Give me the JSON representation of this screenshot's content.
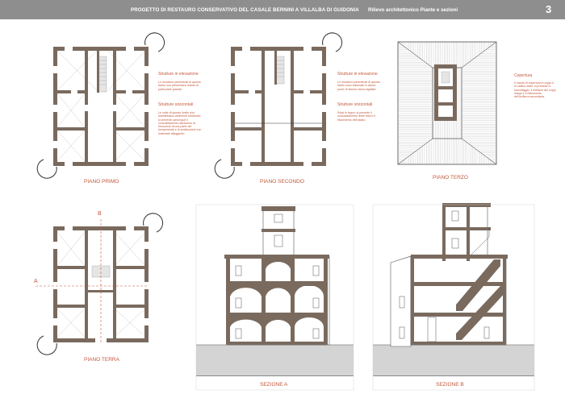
{
  "header": {
    "title": "PROGETTO DI RESTAURO CONSERVATIVO DEL CASALE BERNINI A VILLALBA DI GUIDONIA",
    "subtitle": "Rilievo architettonico   Piante e sezioni",
    "page_number": "3"
  },
  "drawings": {
    "piano_primo": "PIANO PRIMO",
    "piano_secondo": "PIANO SECONDO",
    "piano_terzo": "PIANO TERZO",
    "piano_terra": "PIANO TERRA",
    "sezione_a": "SEZIONE A",
    "sezione_b": "SEZIONE B"
  },
  "section_markers": {
    "a": "A",
    "b": "B"
  },
  "notes": {
    "primo": {
      "title_1": "Strutture in elevazione",
      "body_1": "Le murature perimetrali di questo livello non presentano lesioni di particolare gravità.",
      "title_2": "Strutture orizzontali",
      "body_2": "Le volte di questo livello non manifestano cedimenti strutturali; si prevede comunque il consolidamento attraverso la rimozione di una parte del riempimento e la sostituzione con materiale alleggerito."
    },
    "secondo": {
      "title_1": "Strutture in elevazione",
      "body_1": "Le murature perimetrali di questo livello sono lesionate in alcuni punti; le lesioni vanno sigillate.",
      "title_2": "Strutture orizzontali",
      "body_2": "Solai in legno: si prevede il consolidamento delle travi e il rifacimento dell'assito."
    },
    "terzo": {
      "title_1": "Copertura",
      "body_1": "Il manto di copertura in coppi è in cattivo stato; si prevede lo smontaggio, il riutilizzo dei coppi integri e il rifacimento dell'orditura secondaria."
    }
  }
}
